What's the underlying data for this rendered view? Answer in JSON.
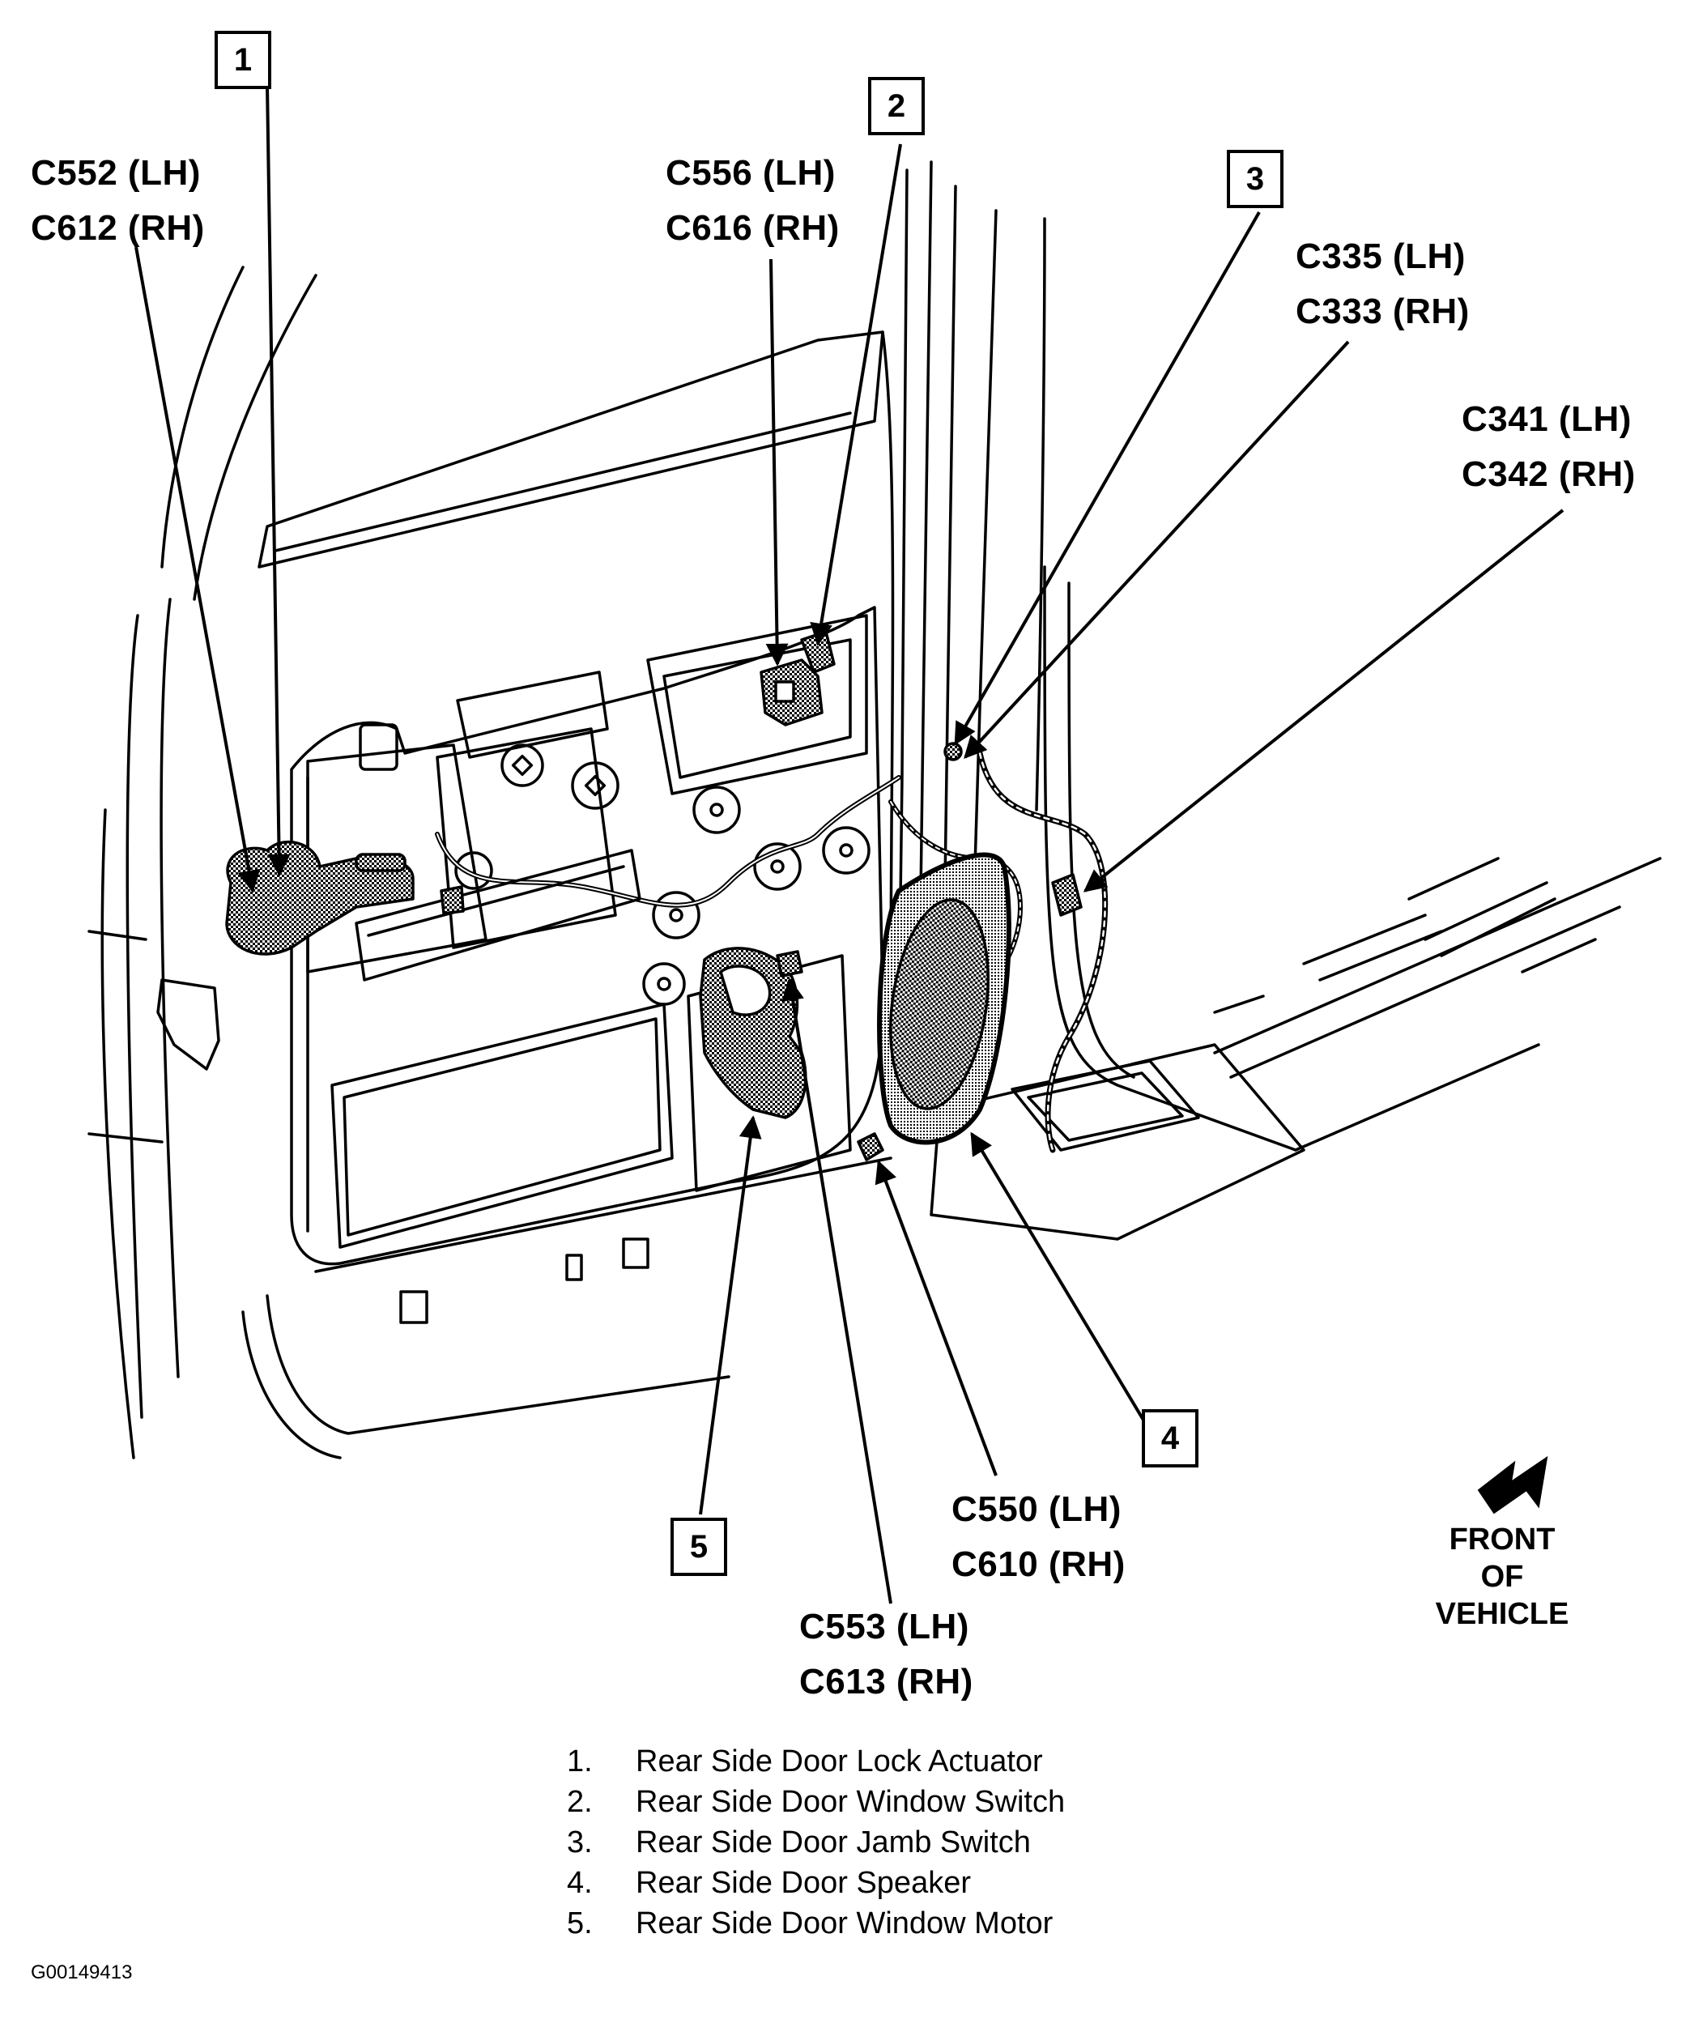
{
  "diagram": {
    "subject": "Rear side door wiring component locator",
    "callouts": [
      {
        "id": "1",
        "number": "1"
      },
      {
        "id": "2",
        "number": "2"
      },
      {
        "id": "3",
        "number": "3"
      },
      {
        "id": "4",
        "number": "4"
      },
      {
        "id": "5",
        "number": "5"
      }
    ],
    "connector_labels": [
      {
        "id": "c552",
        "lh": "C552 (LH)",
        "rh": "C612 (RH)"
      },
      {
        "id": "c556",
        "lh": "C556 (LH)",
        "rh": "C616 (RH)"
      },
      {
        "id": "c335",
        "lh": "C335 (LH)",
        "rh": "C333 (RH)"
      },
      {
        "id": "c341",
        "lh": "C341 (LH)",
        "rh": "C342 (RH)"
      },
      {
        "id": "c550",
        "lh": "C550 (LH)",
        "rh": "C610 (RH)"
      },
      {
        "id": "c553",
        "lh": "C553 (LH)",
        "rh": "C613 (RH)"
      }
    ],
    "orientation": {
      "icon": "direction-arrow-icon",
      "lines": [
        "FRONT",
        "OF",
        "VEHICLE"
      ]
    },
    "legend": [
      {
        "num": "1.",
        "text": "Rear Side Door Lock Actuator"
      },
      {
        "num": "2.",
        "text": "Rear Side Door Window Switch"
      },
      {
        "num": "3.",
        "text": "Rear Side Door Jamb Switch"
      },
      {
        "num": "4.",
        "text": "Rear Side Door Speaker"
      },
      {
        "num": "5.",
        "text": "Rear Side Door Window Motor"
      }
    ],
    "figure_id": "G00149413"
  }
}
